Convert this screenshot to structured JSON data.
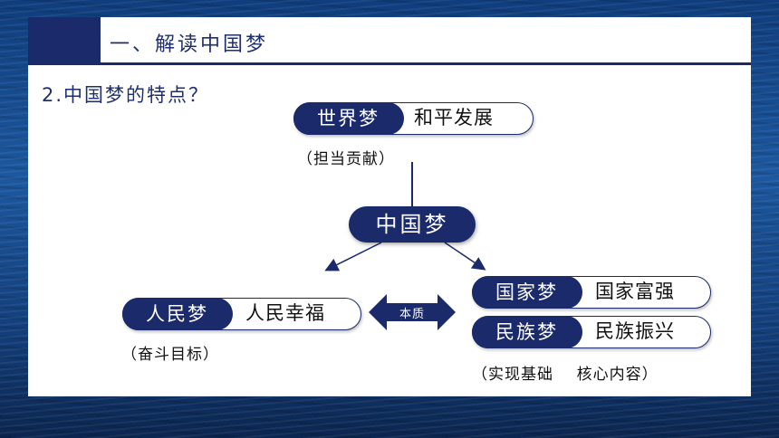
{
  "header": {
    "title": "一、解读中国梦"
  },
  "subtitle": "2.中国梦的特点？",
  "diagram": {
    "center": "中国梦",
    "world": {
      "label": "世界梦",
      "value": "和平发展",
      "note": "（担当贡献）"
    },
    "people": {
      "label": "人民梦",
      "value": "人民幸福",
      "note": "（奋斗目标）"
    },
    "country": {
      "label": "国家梦",
      "value": "国家富强"
    },
    "nation": {
      "label": "民族梦",
      "value": "民族振兴"
    },
    "right_note": "（实现基础    核心内容）",
    "link_label": "本质"
  },
  "colors": {
    "navy": "#1b2a6b",
    "background": "#ffffff",
    "sea": "#1c58a0"
  }
}
